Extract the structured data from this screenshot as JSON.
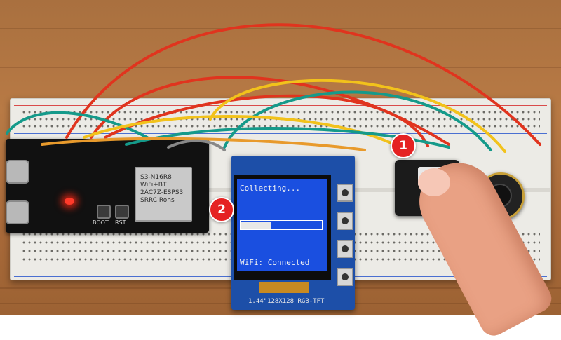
{
  "photo": {
    "description_tags": [
      "breadboard",
      "microcontroller",
      "tft-display",
      "sensor-module",
      "finger"
    ],
    "colors": {
      "wood": "#b07542",
      "breadboard": "#ecebe6",
      "tft_screen": "#1a4fe0",
      "wire_red": "#e0341e",
      "wire_yellow": "#f2c21b",
      "wire_teal": "#159a8a",
      "badge": "#e52222"
    }
  },
  "mcu_board": {
    "module_text": "S3-N16R8\nWiFi+BT\n2AC7Z-ESPS3\nSRRC Rohs",
    "button_boot": "BOOT",
    "button_rst": "RST"
  },
  "tft": {
    "screen_title": "Collecting...",
    "progress": 0.38,
    "screen_status": "WiFi: Connected",
    "pcb_label": "1.44\"128X128 RGB-TFT"
  },
  "callouts": [
    {
      "number": "1"
    },
    {
      "number": "2"
    }
  ]
}
